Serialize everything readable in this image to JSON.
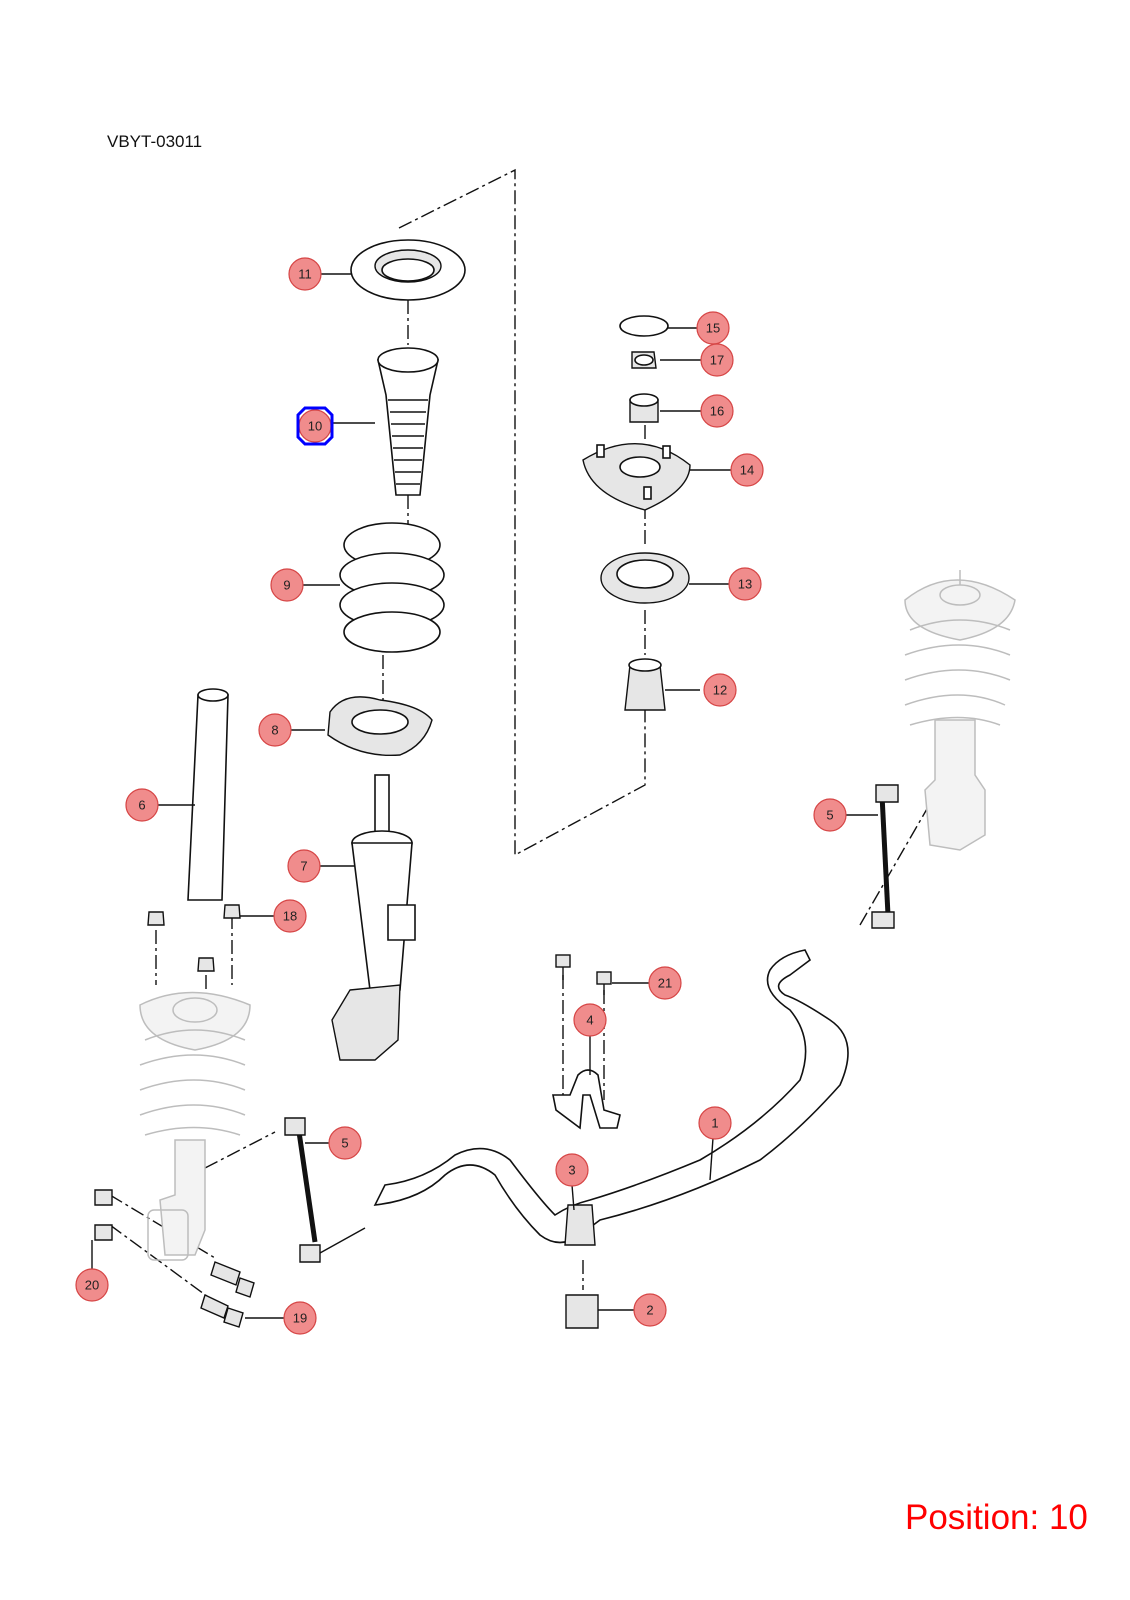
{
  "diagram_code": "VBYT-03011",
  "position_label": "Position: 10",
  "selected_callout": "10",
  "colors": {
    "callout_fill": "#f08c8c",
    "callout_stroke": "#d64545",
    "selected_outline": "#0000ff",
    "position_text": "#ff0000"
  },
  "callouts": [
    {
      "id": "c1",
      "label": "1"
    },
    {
      "id": "c2",
      "label": "2"
    },
    {
      "id": "c3",
      "label": "3"
    },
    {
      "id": "c4",
      "label": "4"
    },
    {
      "id": "c5a",
      "label": "5"
    },
    {
      "id": "c5b",
      "label": "5"
    },
    {
      "id": "c6",
      "label": "6"
    },
    {
      "id": "c7",
      "label": "7"
    },
    {
      "id": "c8",
      "label": "8"
    },
    {
      "id": "c9",
      "label": "9"
    },
    {
      "id": "c10",
      "label": "10"
    },
    {
      "id": "c11",
      "label": "11"
    },
    {
      "id": "c12",
      "label": "12"
    },
    {
      "id": "c13",
      "label": "13"
    },
    {
      "id": "c14",
      "label": "14"
    },
    {
      "id": "c15",
      "label": "15"
    },
    {
      "id": "c16",
      "label": "16"
    },
    {
      "id": "c17",
      "label": "17"
    },
    {
      "id": "c18",
      "label": "18"
    },
    {
      "id": "c19",
      "label": "19"
    },
    {
      "id": "c20",
      "label": "20"
    },
    {
      "id": "c21",
      "label": "21"
    }
  ]
}
